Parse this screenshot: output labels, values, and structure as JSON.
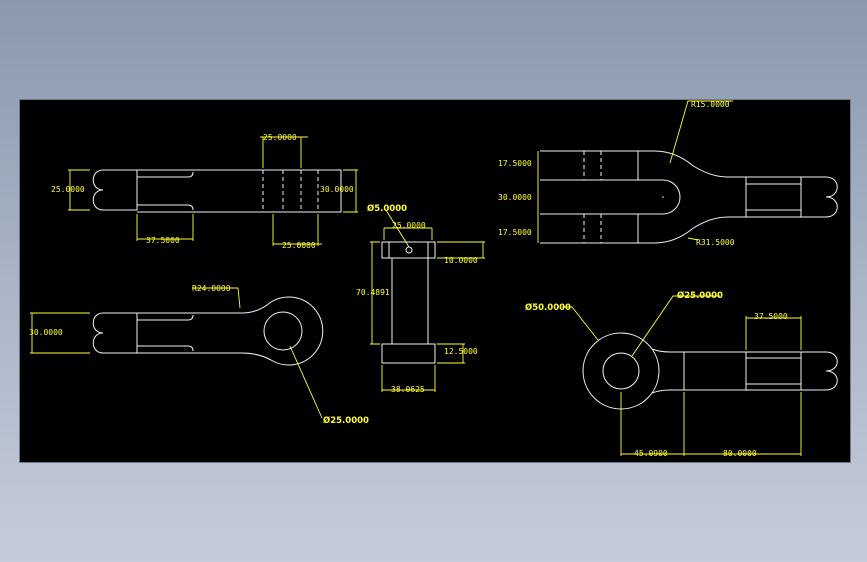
{
  "colors": {
    "background": "#000000",
    "geometry": "#f2f2f2",
    "dimensions": "#ffff33"
  },
  "view_top_left": {
    "dim_width": "25.0000",
    "dim_left_height": "25.0000",
    "dim_right_height": "30.0000",
    "dim_bottom_left": "37.5000",
    "dim_bottom_right": "25.0000"
  },
  "view_top_right": {
    "dim_radius_top": "R15.0000",
    "dim_upper": "17.5000",
    "dim_middle": "30.0000",
    "dim_lower": "17.5000",
    "dim_radius_bottom": "R31.5000"
  },
  "view_center": {
    "dim_diameter": "Ø5.0000",
    "dim_width_top": "25.0000",
    "dim_side_top": "10.0000",
    "dim_height": "70.4891",
    "dim_side_bottom": "12.5000",
    "dim_width_bottom": "38.0625"
  },
  "view_bottom_left": {
    "dim_radius": "R24.0000",
    "dim_height": "30.0000",
    "dim_diameter": "Ø25.0000"
  },
  "view_bottom_right": {
    "dim_outer_diameter": "Ø50.0000",
    "dim_inner_diameter": "Ø25.0000",
    "dim_top_right": "37.5000",
    "dim_bottom_left": "45.0900",
    "dim_bottom_right": "80.0000"
  }
}
